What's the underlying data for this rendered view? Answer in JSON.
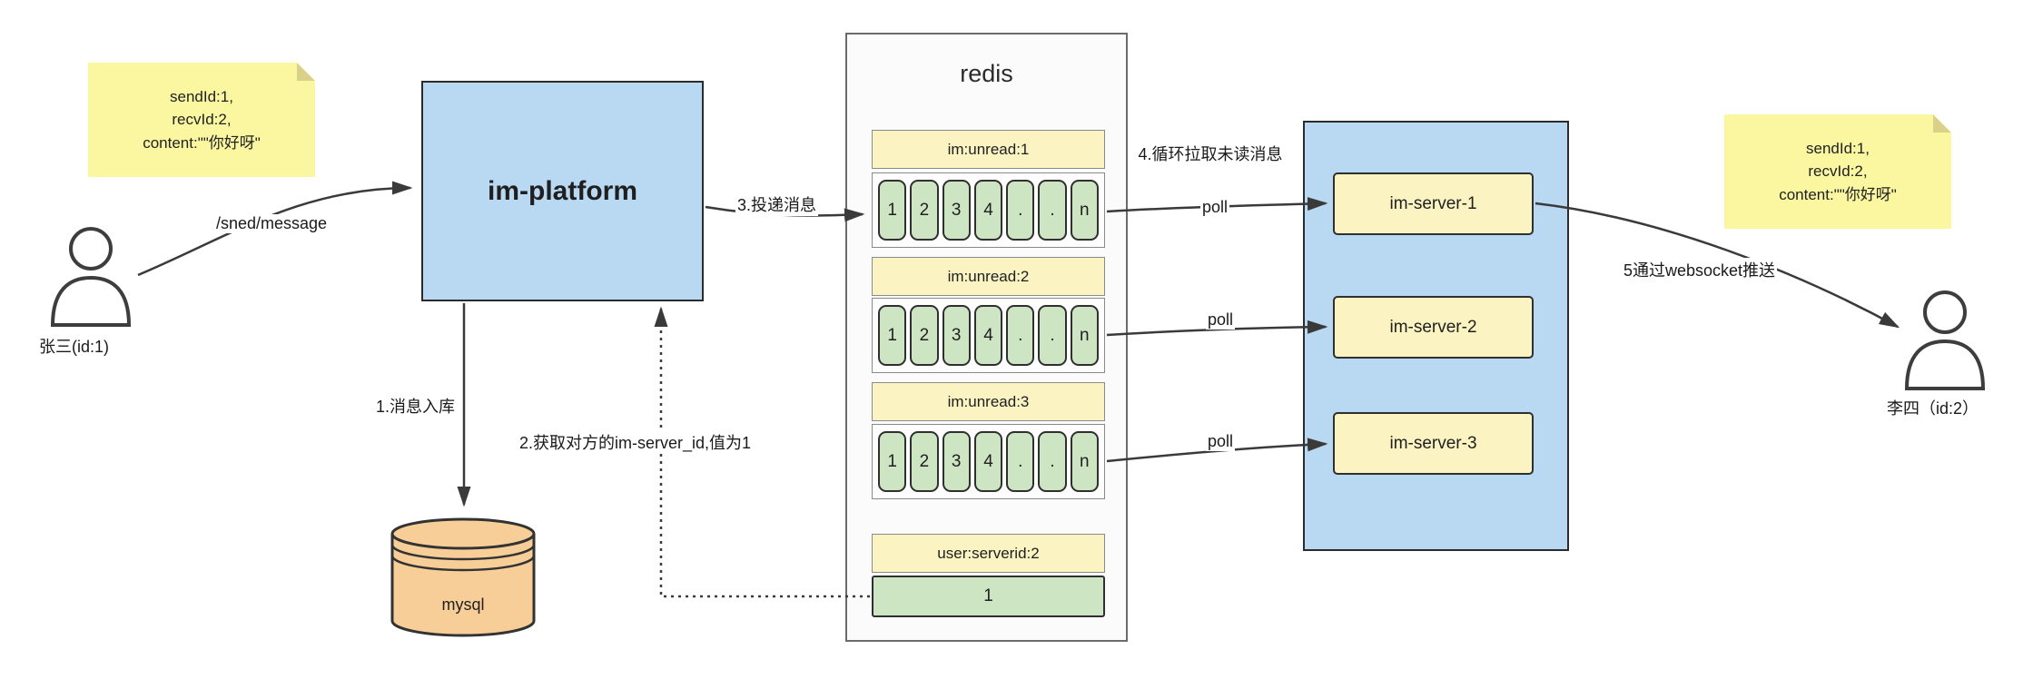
{
  "diagram": {
    "sender": {
      "label": "张三(id:1)"
    },
    "receiver": {
      "label": "李四（id:2）"
    },
    "note_sender": {
      "lines": [
        "sendId:1,",
        "recvId:2,",
        "content:\"\"你好呀\""
      ]
    },
    "note_receiver": {
      "lines": [
        "sendId:1,",
        "recvId:2,",
        "content:\"\"你好呀\""
      ]
    },
    "platform": {
      "title": "im-platform"
    },
    "database": {
      "label": "mysql"
    },
    "redis": {
      "title": "redis",
      "queues": [
        {
          "name": "im:unread:1",
          "cells": [
            "1",
            "2",
            "3",
            "4",
            ".",
            ".",
            "n"
          ]
        },
        {
          "name": "im:unread:2",
          "cells": [
            "1",
            "2",
            "3",
            "4",
            ".",
            ".",
            "n"
          ]
        },
        {
          "name": "im:unread:3",
          "cells": [
            "1",
            "2",
            "3",
            "4",
            ".",
            ".",
            "n"
          ]
        }
      ],
      "mapping": {
        "name": "user:serverid:2",
        "value": "1"
      }
    },
    "server_cluster": {
      "servers": [
        {
          "label": "im-server-1"
        },
        {
          "label": "im-server-2"
        },
        {
          "label": "im-server-3"
        }
      ]
    },
    "labels": {
      "send_api": "/sned/message",
      "step1": "1.消息入库",
      "step2": "2.获取对方的im-server_id,值为1",
      "step3": "3.投递消息",
      "step4": "4.循环拉取未读消息",
      "step5": "5通过websocket推送",
      "poll": "poll"
    },
    "colors": {
      "platform_fill": "#B9D8F2",
      "cluster_fill": "#B9D8F2",
      "note_fill": "#FBF6A0",
      "queue_header_fill": "#FBF3C1",
      "cell_fill": "#CEE5C4",
      "server_fill": "#FBF3C1",
      "database_fill": "#F8CE98",
      "arrow_color": "#3a3a3a"
    }
  }
}
